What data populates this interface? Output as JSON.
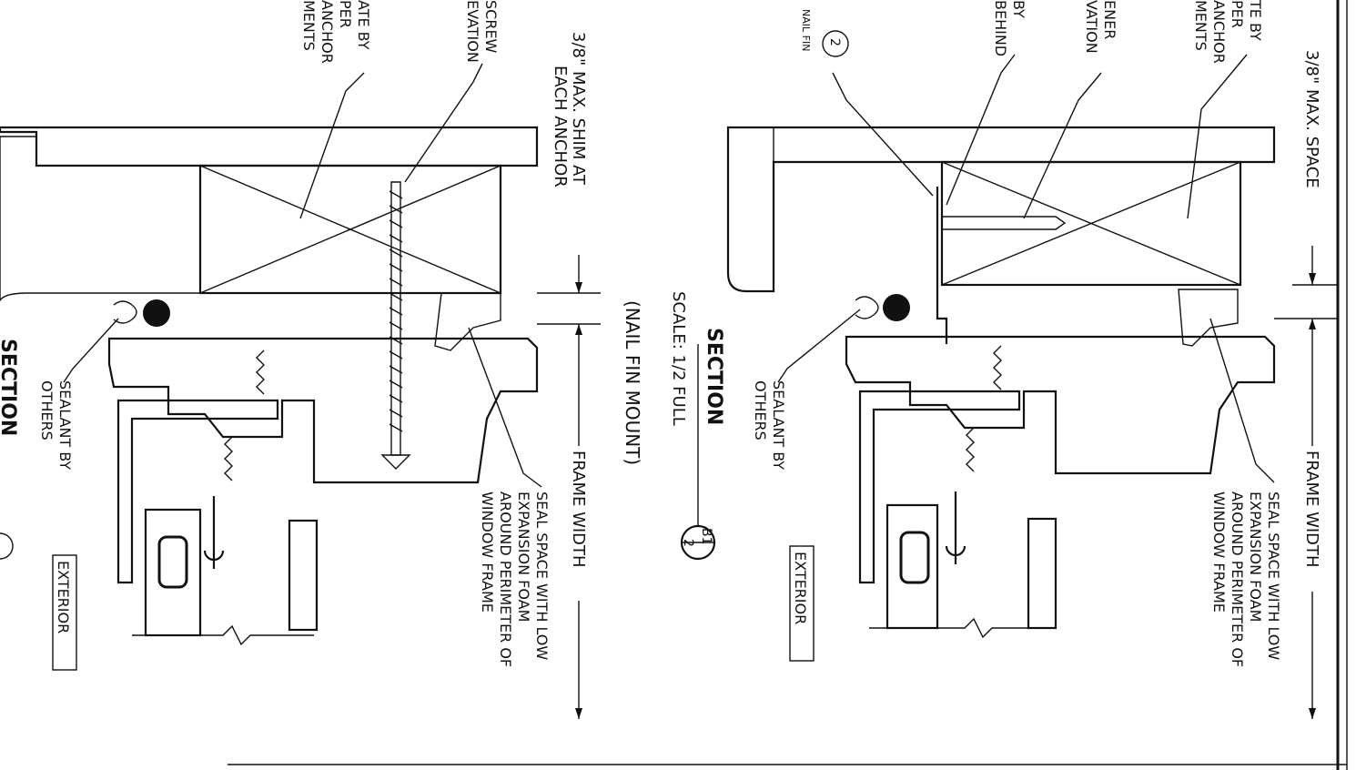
{
  "sheet": {
    "border_color": "#111111",
    "paper_color": "#ffffff"
  },
  "detail_top": {
    "left_cropped_notes": [
      "TE BY",
      "PER",
      "ANCHOR",
      "MENTS",
      "ENER",
      "VATION",
      "BY",
      "BEHIND"
    ],
    "dim_space": "3/8\" MAX. SPACE",
    "dim_frame": "FRAME WIDTH",
    "nail_fin_tag": "NAIL FIN",
    "nail_fin_num": "2",
    "sealant": [
      "SEALANT BY",
      "OTHERS"
    ],
    "seal": [
      "SEAL SPACE WITH LOW",
      "EXPANSION FOAM",
      "AROUND PERIMETER OF",
      "WINDOW FRAME"
    ],
    "exterior": "EXTERIOR",
    "section_title": "SECTION",
    "scale": "SCALE: 1/2 FULL",
    "subtitle": "(NAIL FIN MOUNT)",
    "bubble_top": "B1",
    "bubble_bottom": "2"
  },
  "detail_bottom": {
    "left_cropped_notes": [
      "ATE BY",
      "PER",
      "ANCHOR",
      "MENTS",
      "SCREW",
      "EVATION"
    ],
    "dim_shim": [
      "3/8\" MAX. SHIM AT",
      "EACH ANCHOR"
    ],
    "dim_frame": "FRAME WIDTH",
    "sealant": [
      "SEALANT BY",
      "OTHERS"
    ],
    "seal": [
      "SEAL SPACE WITH LOW",
      "EXPANSION FOAM",
      "AROUND PERIMETER OF",
      "WINDOW FRAME"
    ],
    "exterior": "EXTERIOR",
    "section_title": "SECTION"
  }
}
